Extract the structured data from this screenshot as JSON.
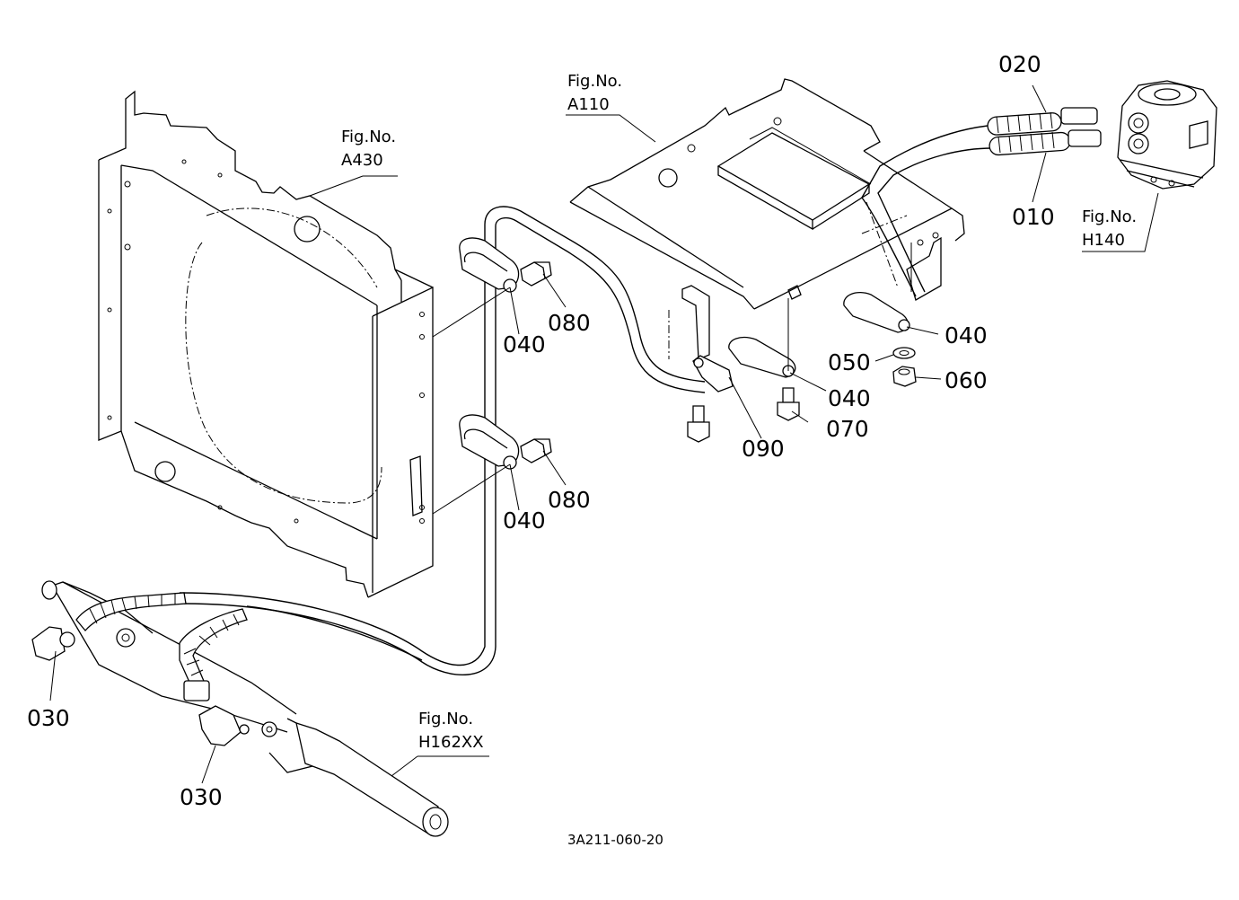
{
  "diagram_code": "3A211-060-20",
  "figure_refs": [
    {
      "id": "a430",
      "line1": "Fig.No.",
      "line2": "A430"
    },
    {
      "id": "a110",
      "line1": "Fig.No.",
      "line2": "A110"
    },
    {
      "id": "h140",
      "line1": "Fig.No.",
      "line2": "H140"
    },
    {
      "id": "h162xx",
      "line1": "Fig.No.",
      "line2": "H162XX"
    }
  ],
  "callouts": [
    {
      "id": "010",
      "label": "010"
    },
    {
      "id": "020",
      "label": "020"
    },
    {
      "id": "030-a",
      "label": "030"
    },
    {
      "id": "030-b",
      "label": "030"
    },
    {
      "id": "040-a",
      "label": "040"
    },
    {
      "id": "040-b",
      "label": "040"
    },
    {
      "id": "040-c",
      "label": "040"
    },
    {
      "id": "040-d",
      "label": "040"
    },
    {
      "id": "050",
      "label": "050"
    },
    {
      "id": "060",
      "label": "060"
    },
    {
      "id": "070",
      "label": "070"
    },
    {
      "id": "080-a",
      "label": "080"
    },
    {
      "id": "080-b",
      "label": "080"
    },
    {
      "id": "090",
      "label": "090"
    }
  ]
}
